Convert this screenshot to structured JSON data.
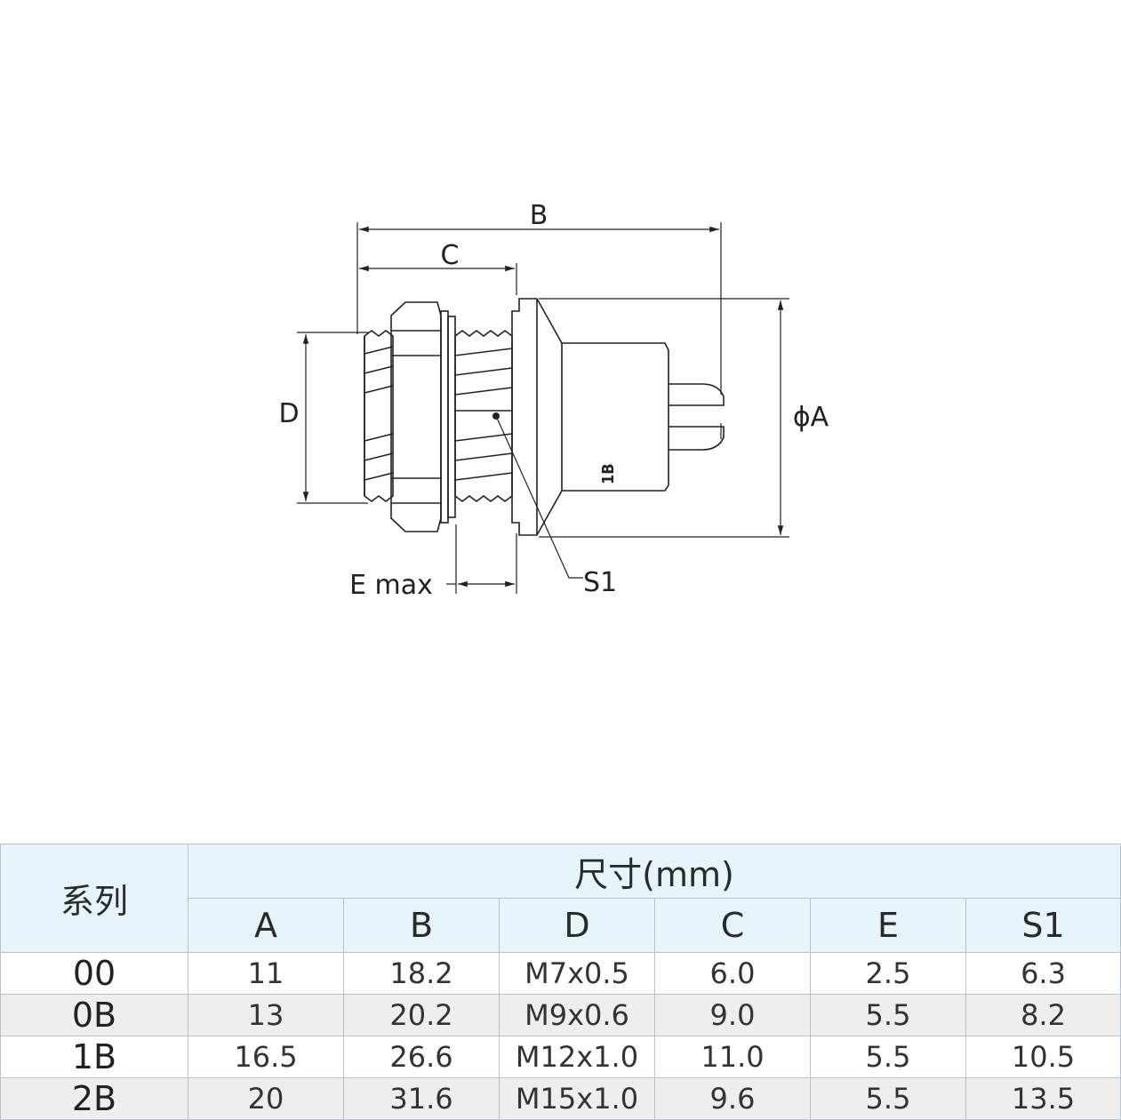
{
  "diagram": {
    "labels": {
      "B": "B",
      "C": "C",
      "D": "D",
      "A": "ϕA",
      "E": "E max",
      "S1": "S1",
      "marking": "1B"
    }
  },
  "table": {
    "series_header": "系列",
    "dimension_header": "尺寸(mm)",
    "columns": [
      "A",
      "B",
      "D",
      "C",
      "E",
      "S1"
    ],
    "rows": [
      {
        "series": "00",
        "values": [
          "11",
          "18.2",
          "M7x0.5",
          "6.0",
          "2.5",
          "6.3"
        ]
      },
      {
        "series": "0B",
        "values": [
          "13",
          "20.2",
          "M9x0.6",
          "9.0",
          "5.5",
          "8.2"
        ]
      },
      {
        "series": "1B",
        "values": [
          "16.5",
          "26.6",
          "M12x1.0",
          "11.0",
          "5.5",
          "10.5"
        ]
      },
      {
        "series": "2B",
        "values": [
          "20",
          "31.6",
          "M15x1.0",
          "9.6",
          "5.5",
          "13.5"
        ]
      }
    ]
  }
}
